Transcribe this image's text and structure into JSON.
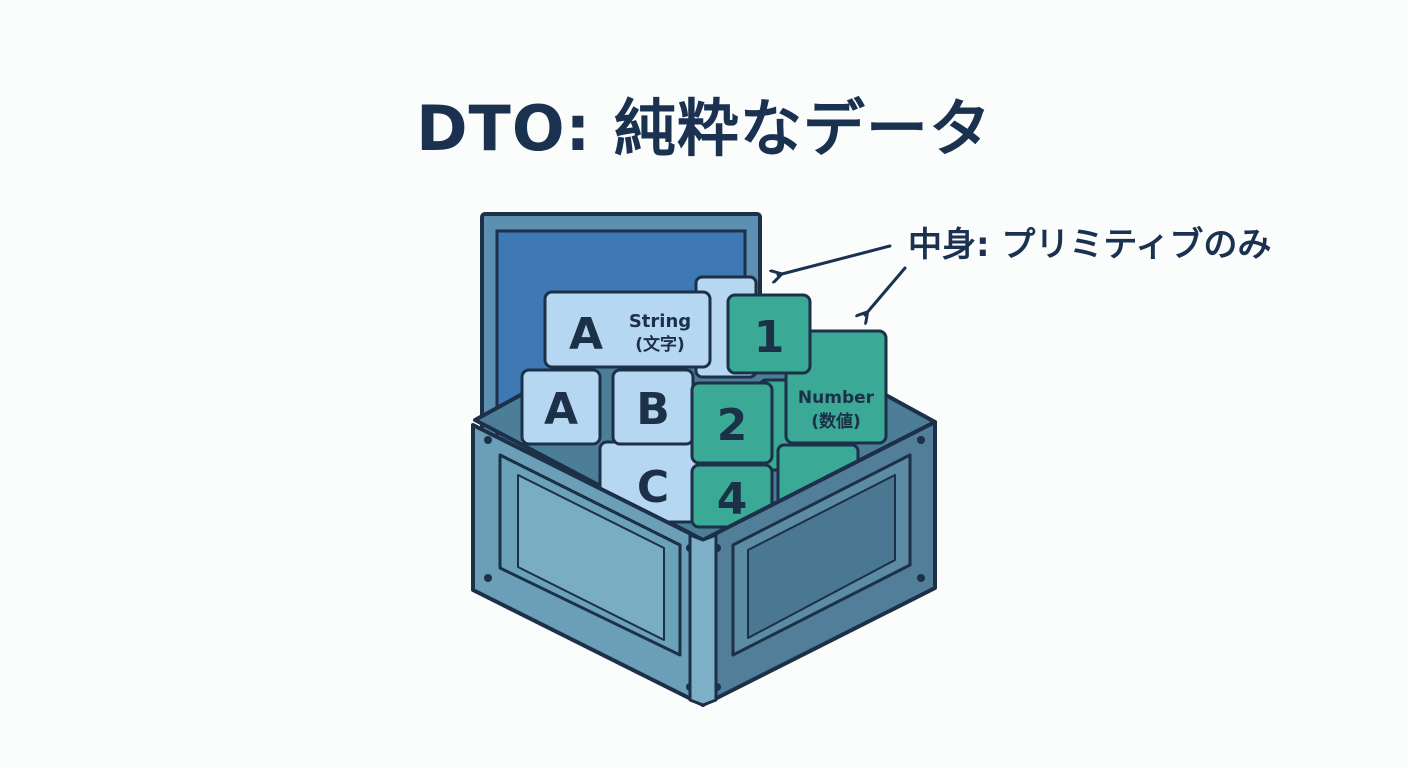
{
  "title": "DTO: 純粋なデータ",
  "callout": "中身: プリミティブのみ",
  "string_block": {
    "letter": "A",
    "label_line1": "String",
    "label_line2": "(文字)"
  },
  "letter_blocks": [
    "A",
    "B",
    "C"
  ],
  "number_blocks": [
    "1",
    "2",
    "4"
  ],
  "number_block": {
    "label_line1": "Number",
    "label_line2": "(数値)"
  },
  "colors": {
    "title": "#1a3150",
    "string_block": "#b6d7f2",
    "number_block": "#3aaa96",
    "crate": "#6a9fb7",
    "lid": "#3e78b5"
  }
}
